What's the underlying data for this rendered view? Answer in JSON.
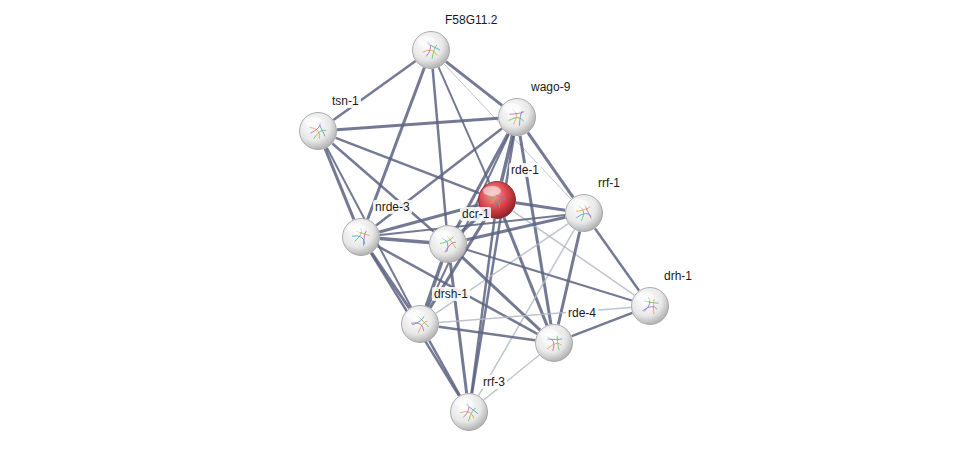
{
  "diagram": {
    "nodes": [
      {
        "text": [
          "F58G11.2"
        ]
      },
      {
        "text": [
          "tsn-1"
        ]
      },
      {
        "text": [
          "wago-9"
        ]
      },
      {
        "text": [
          "rde-1"
        ]
      },
      {
        "text": [
          "rrf-1"
        ]
      },
      {
        "text": [
          "nrde-3"
        ]
      },
      {
        "text": [
          "dcr-1"
        ]
      },
      {
        "text": [
          "drh-1"
        ]
      },
      {
        "text": [
          "drsh-1"
        ]
      },
      {
        "text": [
          "rde-4"
        ]
      },
      {
        "text": [
          "rrf-3"
        ]
      }
    ],
    "edges": [
      {
        "from": 0,
        "to": 1,
        "arrow": "none"
      },
      {
        "from": 0,
        "to": 2,
        "arrow": "none"
      },
      {
        "from": 0,
        "to": 3,
        "arrow": "none"
      },
      {
        "from": 0,
        "to": 5,
        "arrow": "none"
      },
      {
        "from": 0,
        "to": 6,
        "arrow": "none"
      },
      {
        "from": 0,
        "to": 4,
        "arrow": "none"
      },
      {
        "from": 1,
        "to": 2,
        "arrow": "none"
      },
      {
        "from": 1,
        "to": 3,
        "arrow": "none"
      },
      {
        "from": 1,
        "to": 5,
        "arrow": "none"
      },
      {
        "from": 1,
        "to": 6,
        "arrow": "none"
      },
      {
        "from": 1,
        "to": 8,
        "arrow": "none"
      },
      {
        "from": 2,
        "to": 3,
        "arrow": "none"
      },
      {
        "from": 2,
        "to": 4,
        "arrow": "none"
      },
      {
        "from": 2,
        "to": 5,
        "arrow": "none"
      },
      {
        "from": 2,
        "to": 6,
        "arrow": "none"
      },
      {
        "from": 2,
        "to": 8,
        "arrow": "none"
      },
      {
        "from": 2,
        "to": 9,
        "arrow": "none"
      },
      {
        "from": 2,
        "to": 10,
        "arrow": "none"
      },
      {
        "from": 3,
        "to": 4,
        "arrow": "none"
      },
      {
        "from": 3,
        "to": 5,
        "arrow": "none"
      },
      {
        "from": 3,
        "to": 6,
        "arrow": "none"
      },
      {
        "from": 3,
        "to": 8,
        "arrow": "none"
      },
      {
        "from": 3,
        "to": 9,
        "arrow": "none"
      },
      {
        "from": 3,
        "to": 10,
        "arrow": "none"
      },
      {
        "from": 3,
        "to": 7,
        "arrow": "none"
      },
      {
        "from": 4,
        "to": 6,
        "arrow": "none"
      },
      {
        "from": 4,
        "to": 5,
        "arrow": "none"
      },
      {
        "from": 4,
        "to": 7,
        "arrow": "none"
      },
      {
        "from": 4,
        "to": 9,
        "arrow": "none"
      },
      {
        "from": 4,
        "to": 8,
        "arrow": "none"
      },
      {
        "from": 4,
        "to": 10,
        "arrow": "none"
      },
      {
        "from": 5,
        "to": 6,
        "arrow": "none"
      },
      {
        "from": 5,
        "to": 8,
        "arrow": "none"
      },
      {
        "from": 5,
        "to": 9,
        "arrow": "none"
      },
      {
        "from": 5,
        "to": 10,
        "arrow": "none"
      },
      {
        "from": 6,
        "to": 8,
        "arrow": "none"
      },
      {
        "from": 6,
        "to": 9,
        "arrow": "none"
      },
      {
        "from": 6,
        "to": 10,
        "arrow": "none"
      },
      {
        "from": 6,
        "to": 7,
        "arrow": "none"
      },
      {
        "from": 7,
        "to": 9,
        "arrow": "none"
      },
      {
        "from": 7,
        "to": 8,
        "arrow": "none"
      },
      {
        "from": 8,
        "to": 9,
        "arrow": "none"
      },
      {
        "from": 8,
        "to": 10,
        "arrow": "none"
      },
      {
        "from": 9,
        "to": 10,
        "arrow": "none"
      }
    ]
  }
}
